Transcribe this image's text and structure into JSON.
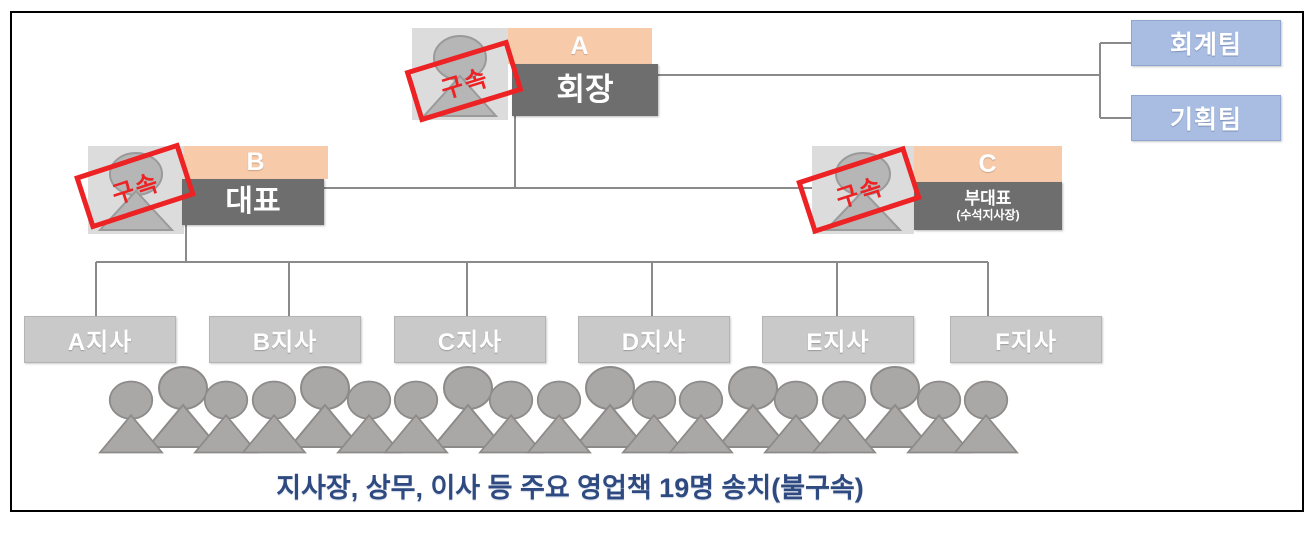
{
  "diagram": {
    "title_caption": "지사장, 상무, 이사  등 주요 영업책 19명 송치(불구속)",
    "stamp_label": "구속",
    "colors": {
      "peach": "#f7cbaa",
      "title_gray": "#6e6e6e",
      "avatar_gray": "#dcdcdc",
      "team_blue": "#a9bde2",
      "branch_gray": "#c9c9c9",
      "stamp_red": "#ec2224",
      "caption_navy": "#2e4a80",
      "wire_gray": "#8a8a8a",
      "frame_black": "#000000"
    },
    "executives": [
      {
        "code": "A",
        "title": "회장",
        "subtitle": "",
        "arrested": true
      },
      {
        "code": "B",
        "title": "대표",
        "subtitle": "",
        "arrested": true
      },
      {
        "code": "C",
        "title": "부대표",
        "subtitle": "(수석지사장)",
        "arrested": true
      }
    ],
    "teams": [
      {
        "label": "회계팀"
      },
      {
        "label": "기획팀"
      }
    ],
    "branches": [
      {
        "label": "A지사"
      },
      {
        "label": "B지사"
      },
      {
        "label": "C지사"
      },
      {
        "label": "D지사"
      },
      {
        "label": "E지사"
      },
      {
        "label": "F지사"
      }
    ],
    "people_count": 19
  }
}
